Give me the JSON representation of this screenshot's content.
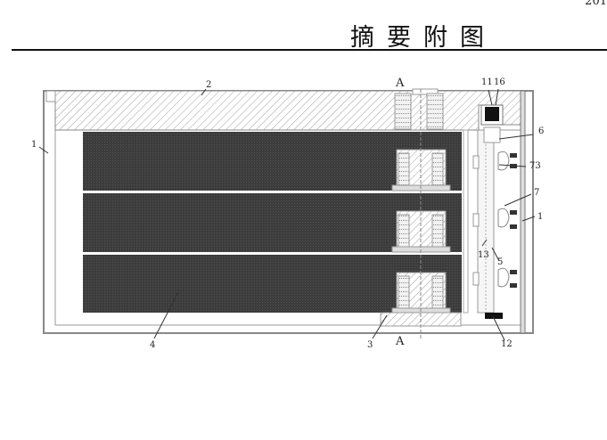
{
  "page": {
    "page_number": "201",
    "title": "摘要附图"
  },
  "figure": {
    "section_marks": {
      "top": "A",
      "bottom": "A"
    },
    "callouts": [
      {
        "id": "housing",
        "label": "1"
      },
      {
        "id": "housing-right",
        "label": "1"
      },
      {
        "id": "cover",
        "label": "2"
      },
      {
        "id": "base",
        "label": "3"
      },
      {
        "id": "battery",
        "label": "4"
      },
      {
        "id": "rail",
        "label": "5"
      },
      {
        "id": "contact",
        "label": "6"
      },
      {
        "id": "connector",
        "label": "7"
      },
      {
        "id": "connector-sub",
        "label": "73"
      },
      {
        "id": "sensor-11",
        "label": "11"
      },
      {
        "id": "block-16",
        "label": "16"
      },
      {
        "id": "sensor-12",
        "label": "12"
      },
      {
        "id": "rod-13",
        "label": "13"
      }
    ],
    "colors": {
      "line": "#555555",
      "battery": "#3a3a3a",
      "hatch": "#9a9a9a",
      "block": "#111111"
    }
  }
}
